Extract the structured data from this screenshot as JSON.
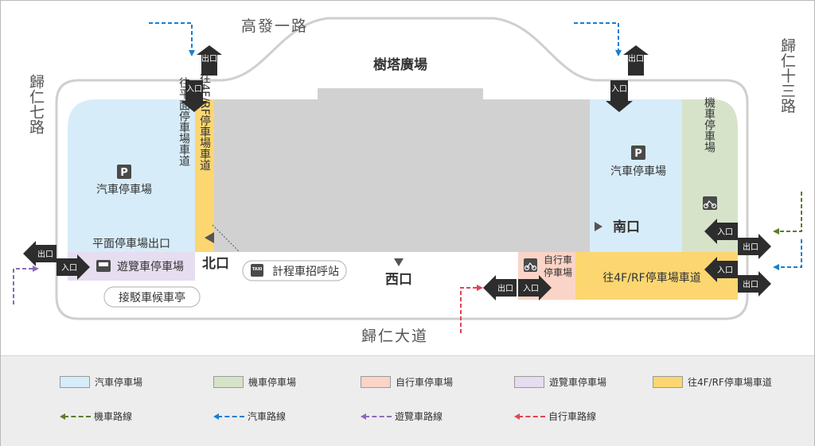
{
  "map": {
    "roads": {
      "north": "高發一路",
      "south": "歸仁大道",
      "west": "歸仁七路",
      "east": "歸仁十三路"
    },
    "landmarks": {
      "plaza": "樹塔廣場",
      "north_exit": "北口",
      "west_exit": "西口",
      "south_exit": "南口"
    },
    "areas": {
      "car_parking_left": "汽車停車場",
      "car_parking_right": "汽車停車場",
      "ground_exit": "平面停車場出口",
      "coach_parking": "遊覽車停車場",
      "shuttle_stop": "接駁車候車亭",
      "taxi_stand": "計程車招呼站",
      "ramp_ground": "往平面停車場車道",
      "ramp_4f_vertical": "往4F/RF停車場車道",
      "ramp_4f_horizontal": "往4F/RF停車場車道",
      "motorcycle_parking": "機車停車場",
      "bicycle_parking": "自行車停車場"
    },
    "signs": {
      "in": "入口",
      "out": "出口",
      "parking": "P",
      "taxi": "TAXI"
    },
    "colors": {
      "car": "#d7ecf9",
      "motorcycle": "#d6e3c9",
      "bicycle": "#fad4c6",
      "coach": "#e6ddf0",
      "ramp": "#fcd670",
      "building": "#d1d1d1",
      "motorcycle_route": "#5b7d2a",
      "car_route": "#1a7fd0",
      "coach_route": "#8a6bb8",
      "bicycle_route": "#e04452"
    }
  },
  "legend": {
    "car_parking": "汽車停車場",
    "motorcycle_parking": "機車停車場",
    "bicycle_parking": "自行車停車場",
    "coach_parking": "遊覽車停車場",
    "ramp": "往4F/RF停車場車道",
    "motorcycle_route": "機車路線",
    "car_route": "汽車路線",
    "coach_route": "遊覽車路線",
    "bicycle_route": "自行車路線"
  }
}
